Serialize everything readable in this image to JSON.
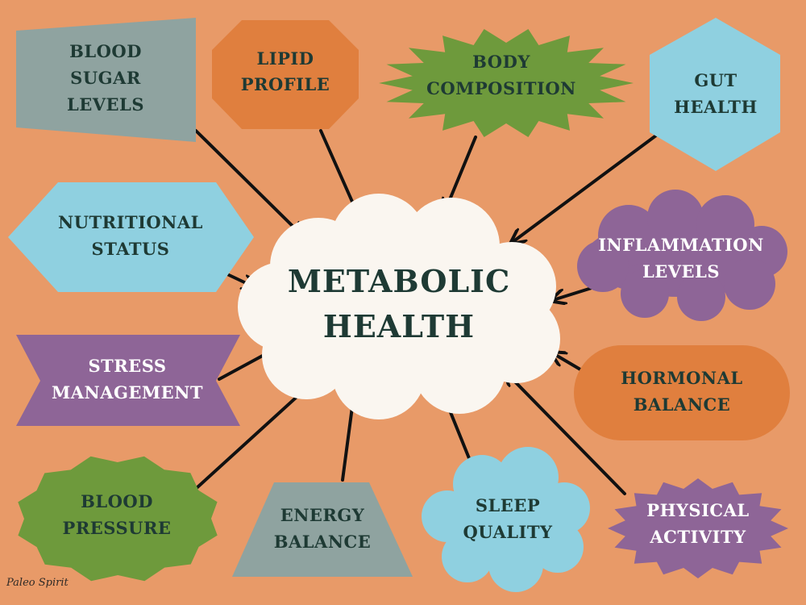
{
  "colors": {
    "background": "#E89A68",
    "gray": "#8FA3A0",
    "orange": "#E07F3E",
    "green": "#6E9A3C",
    "light_blue": "#8FD0E0",
    "purple": "#8E6597",
    "cloud": "#FAF6F0",
    "text_dark": "#1E3A34",
    "text_light": "#FFFFFF"
  },
  "center": {
    "line1": "METABOLIC",
    "line2": "HEALTH"
  },
  "nodes": {
    "blood_sugar": {
      "lines": [
        "BLOOD",
        "SUGAR",
        "LEVELS"
      ]
    },
    "lipid_profile": {
      "lines": [
        "LIPID",
        "PROFILE"
      ]
    },
    "body_composition": {
      "lines": [
        "BODY",
        "COMPOSITION"
      ]
    },
    "gut_health": {
      "lines": [
        "GUT",
        "HEALTH"
      ]
    },
    "nutritional_status": {
      "lines": [
        "NUTRITIONAL",
        "STATUS"
      ]
    },
    "inflammation_levels": {
      "lines": [
        "INFLAMMATION",
        "LEVELS"
      ]
    },
    "stress_management": {
      "lines": [
        "STRESS",
        "MANAGEMENT"
      ]
    },
    "hormonal_balance": {
      "lines": [
        "HORMONAL",
        "BALANCE"
      ]
    },
    "blood_pressure": {
      "lines": [
        "BLOOD",
        "PRESSURE"
      ]
    },
    "energy_balance": {
      "lines": [
        "ENERGY",
        "BALANCE"
      ]
    },
    "sleep_quality": {
      "lines": [
        "SLEEP",
        "QUALITY"
      ]
    },
    "physical_activity": {
      "lines": [
        "PHYSICAL",
        "ACTIVITY"
      ]
    }
  },
  "signature": "Paleo Spirit",
  "icons": {
    "arrow": "arrow-icon"
  }
}
